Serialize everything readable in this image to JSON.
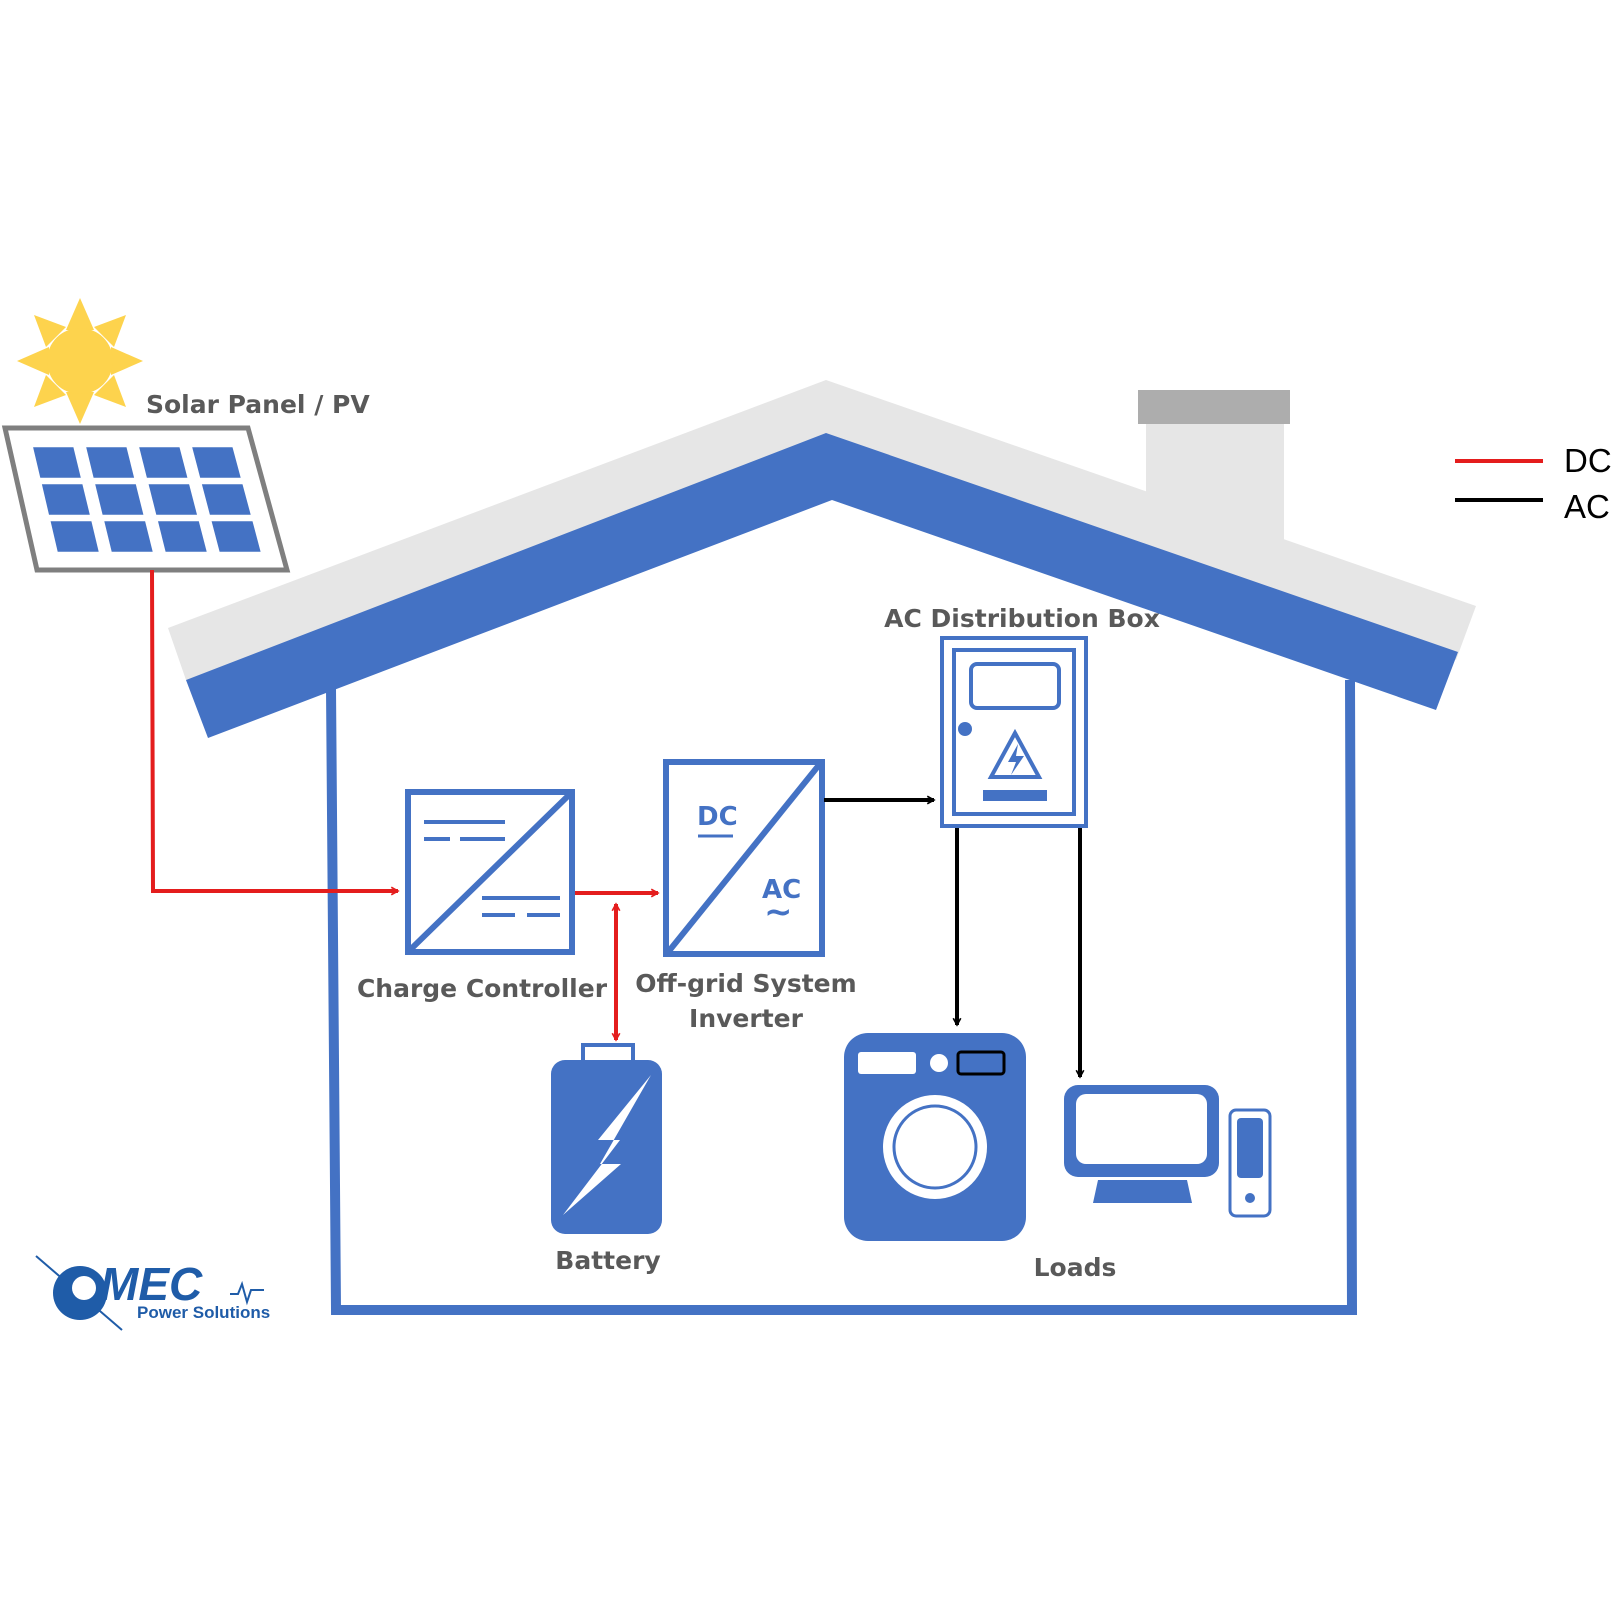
{
  "labels": {
    "solar_panel": "Solar Panel / PV",
    "charge_controller": "Charge Controller",
    "inverter_line1": "Off-grid System",
    "inverter_line2": "Inverter",
    "ac_distribution_box": "AC Distribution Box",
    "battery": "Battery",
    "loads": "Loads"
  },
  "inverter_marks": {
    "dc": "DC",
    "ac": "AC",
    "ac_wave": "~"
  },
  "legend": [
    {
      "label": "DC",
      "color": "#e41d1d"
    },
    {
      "label": "AC",
      "color": "#000000"
    }
  ],
  "logo": {
    "name": "MEC",
    "tagline": "Power Solutions"
  },
  "colors": {
    "house_blue": "#4472c4",
    "roof_gray": "#e6e6e6",
    "chimney_cap": "#adadad",
    "dc_line": "#e41d1d",
    "ac_line": "#000000",
    "label_text": "#595959",
    "sun": "#fdd34d"
  }
}
